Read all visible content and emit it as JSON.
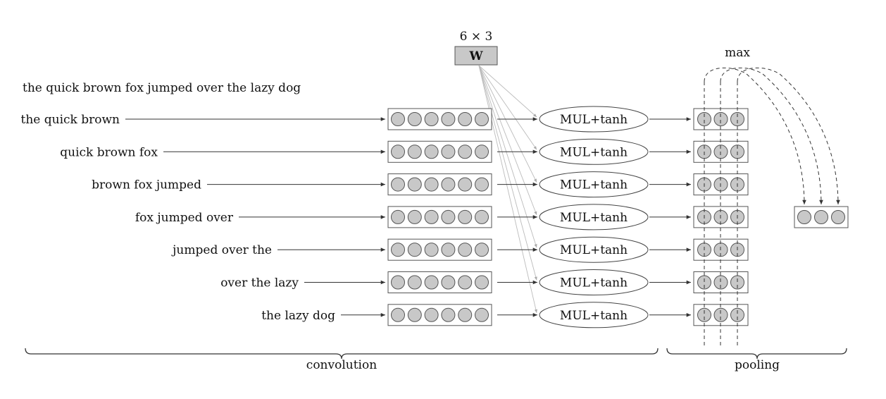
{
  "sentence": "the quick brown fox jumped over the lazy dog",
  "ngrams": [
    "the quick brown",
    "quick brown fox",
    "brown fox jumped",
    "fox jumped over",
    "jumped over the",
    "over the lazy",
    "the lazy dog"
  ],
  "vector_cells": 6,
  "weight": {
    "label": "W",
    "dims": "6 × 3",
    "fill": "#c8c8c8"
  },
  "op_label": "MUL+tanh",
  "output_cells": 3,
  "pool": {
    "label": "max"
  },
  "braces": {
    "convolution": "convolution",
    "pooling": "pooling"
  },
  "colors": {
    "cell": "#c8c8c8",
    "stroke": "#555555",
    "weight_line": "#bbbbbb"
  }
}
